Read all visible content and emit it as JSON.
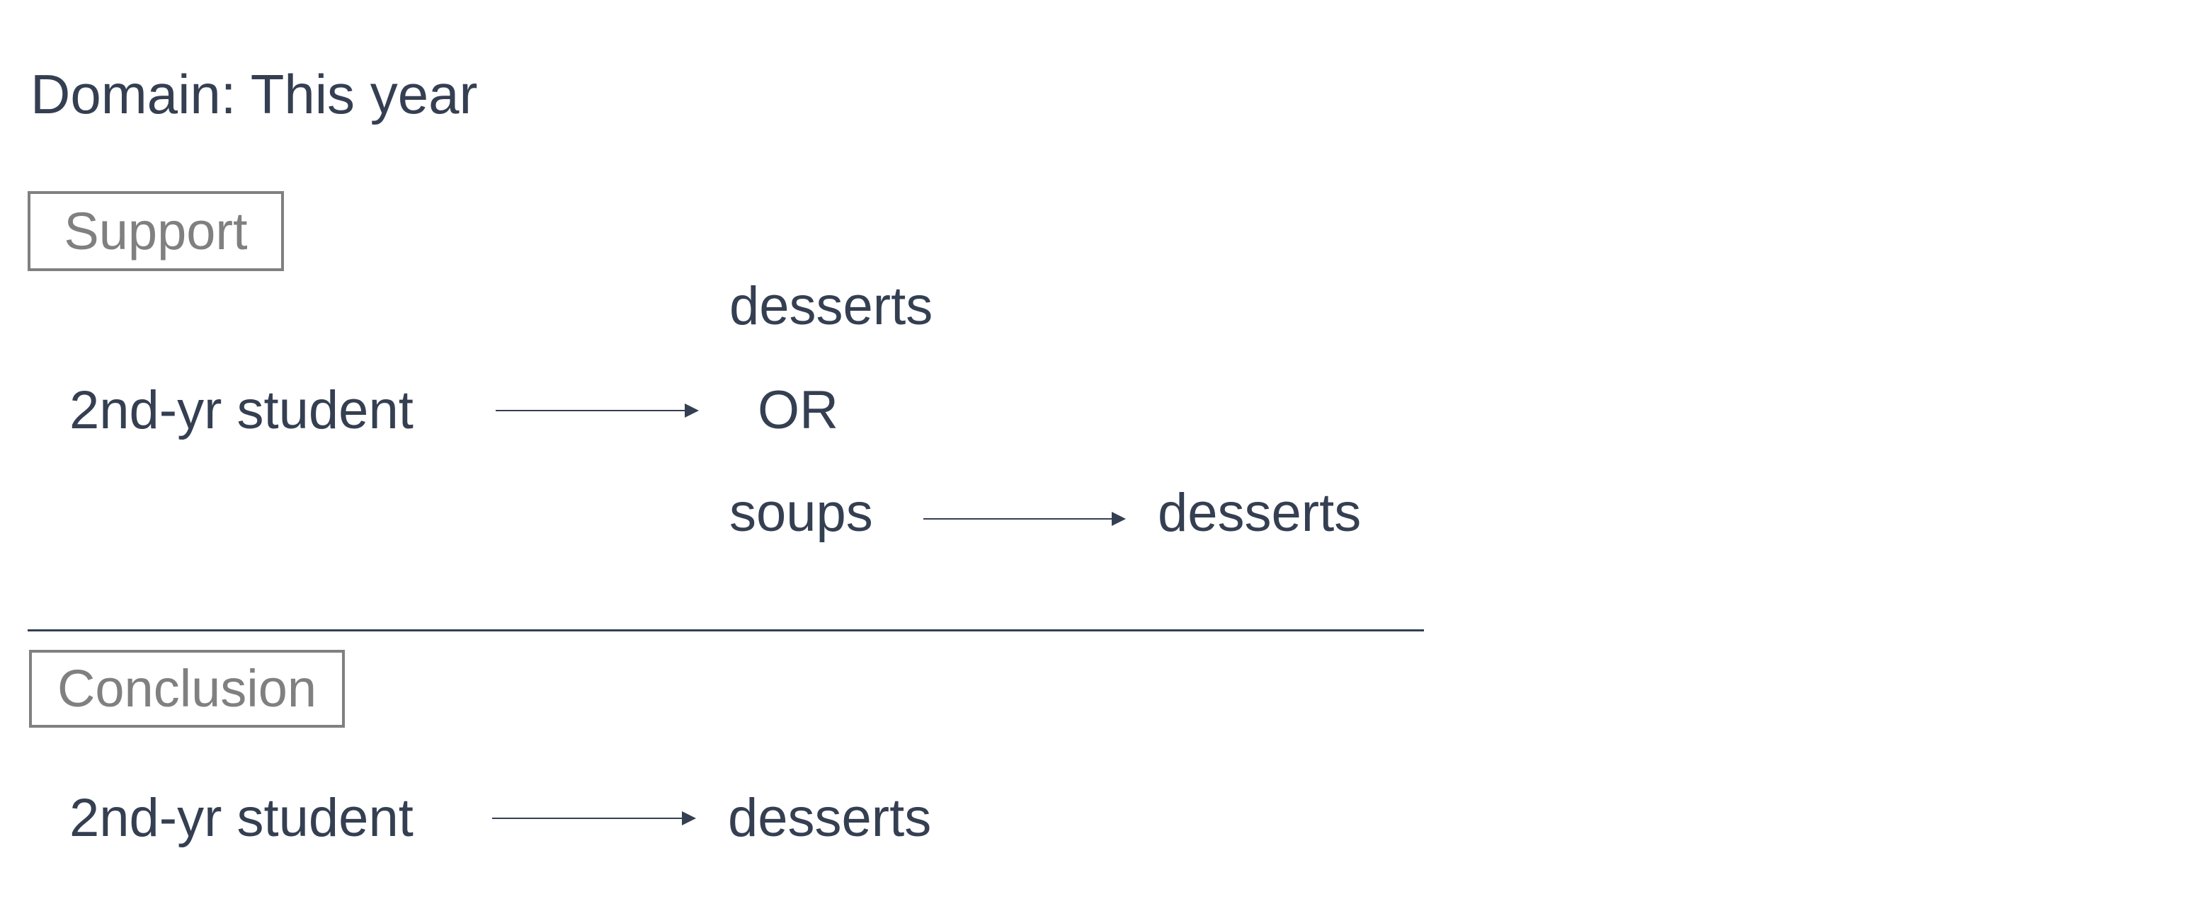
{
  "title": "Domain: This year",
  "support": {
    "label": "Support",
    "premise_subject": "2nd-yr student",
    "option_1": "desserts",
    "or_label": "OR",
    "option_2_subject": "soups",
    "option_2_result": "desserts"
  },
  "conclusion": {
    "label": "Conclusion",
    "subject": "2nd-yr student",
    "result": "desserts"
  },
  "colors": {
    "text": "#353f52",
    "label": "#808080"
  }
}
